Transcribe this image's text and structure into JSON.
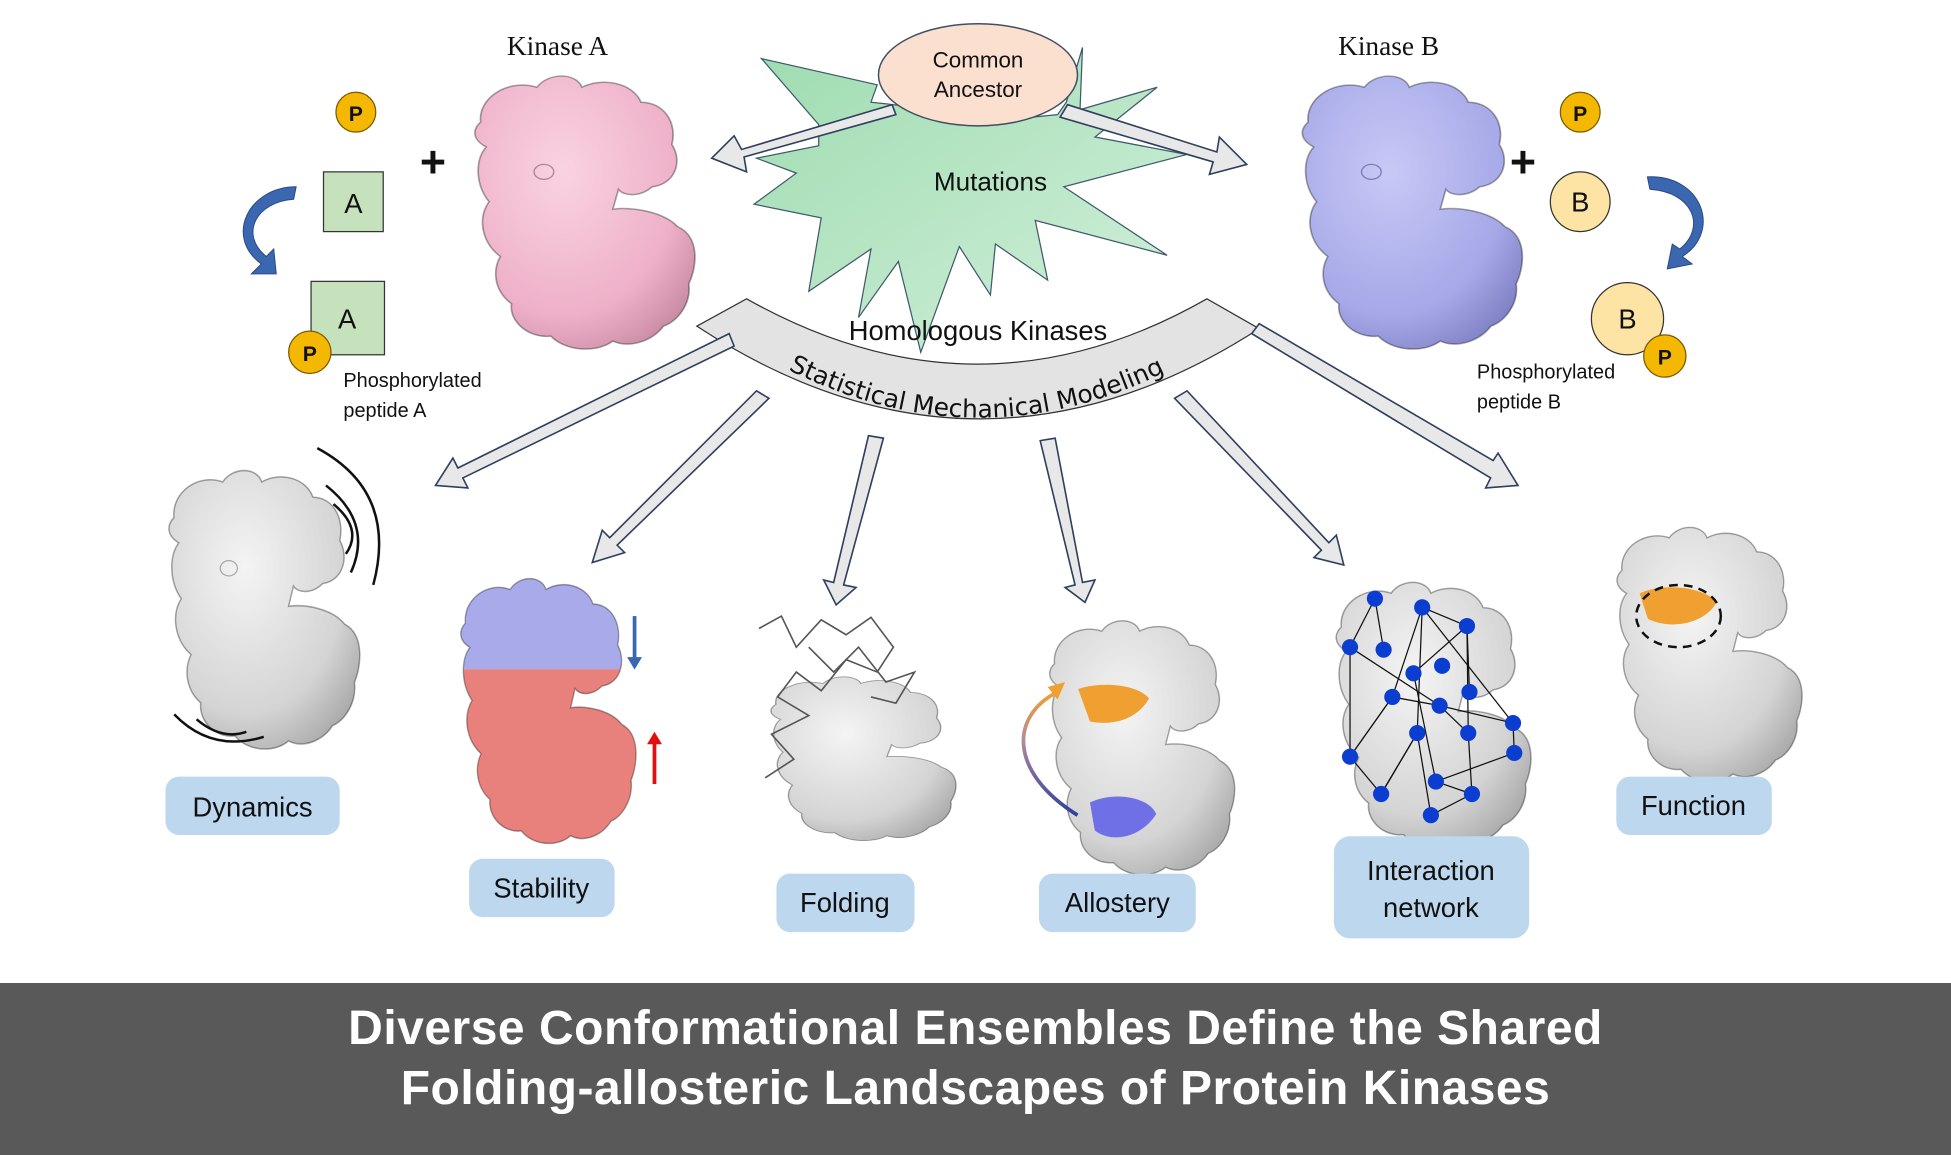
{
  "figure": {
    "title_line_1": "Diverse Conformational Ensembles Define the Shared",
    "title_line_2": "Folding-allosteric Landscapes of Protein Kinases",
    "colors": {
      "kinase_a": "#f2b8cf",
      "kinase_b": "#a8aaea",
      "neutral_protein": "#d9d9d9",
      "phosphate": "#f5b800",
      "peptide_a": "#c6e2bd",
      "peptide_b": "#fde4a5",
      "ancestor": "#fbe0d0",
      "mutations_star": "#b8e6c6",
      "label_box": "#bdd7ee",
      "banner": "#595959",
      "stability_top": "#a8aaea",
      "stability_bottom": "#e8807c",
      "allostery_site": "#f0a030",
      "network_node": "#0a3dd0"
    }
  },
  "top": {
    "ancestor_line_1": "Common",
    "ancestor_line_2": "Ancestor",
    "mutations": "Mutations",
    "homologous": "Homologous Kinases",
    "modeling": "Statistical Mechanical Modeling"
  },
  "kinase_a": {
    "title": "Kinase A",
    "phosphate": "P",
    "plus": "+",
    "peptide": "A",
    "product_peptide": "A",
    "product_phosphate": "P",
    "product_label_1": "Phosphorylated",
    "product_label_2": "peptide A"
  },
  "kinase_b": {
    "title": "Kinase B",
    "phosphate": "P",
    "plus": "+",
    "peptide": "B",
    "product_peptide": "B",
    "product_phosphate": "P",
    "product_label_1": "Phosphorylated",
    "product_label_2": "peptide B"
  },
  "outcomes": [
    {
      "label": "Dynamics"
    },
    {
      "label": "Stability"
    },
    {
      "label": "Folding"
    },
    {
      "label": "Allostery"
    },
    {
      "label_1": "Interaction",
      "label_2": "network"
    },
    {
      "label": "Function"
    }
  ]
}
